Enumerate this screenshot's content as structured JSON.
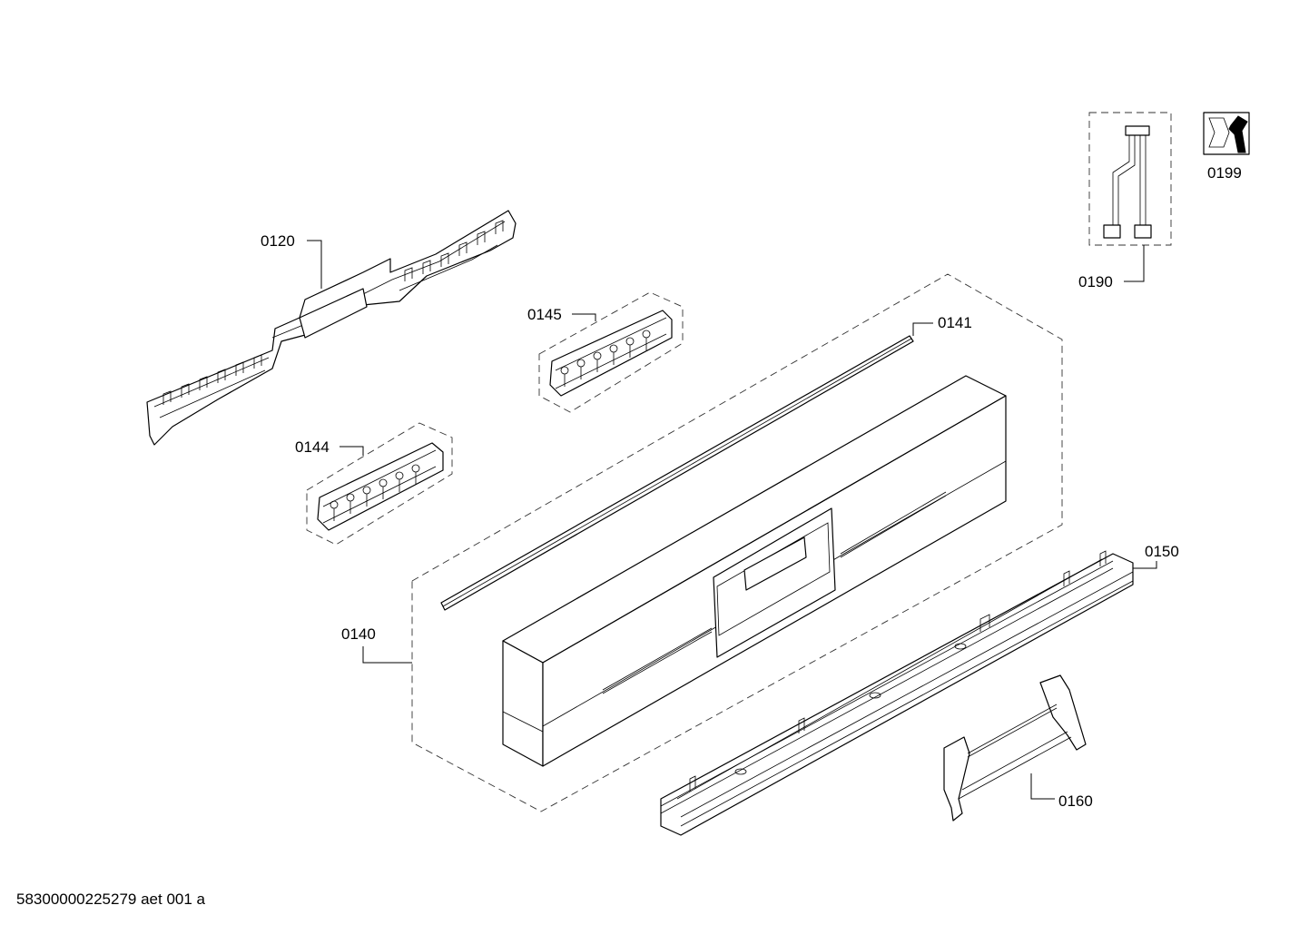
{
  "parts": {
    "p0120": "0120",
    "p0141": "0141",
    "p0145": "0145",
    "p0144": "0144",
    "p0140": "0140",
    "p0150": "0150",
    "p0160": "0160",
    "p0190": "0190",
    "p0199": "0199"
  },
  "footer": {
    "code": "58300000225279 aet 001 a"
  },
  "icons": {
    "service_kit": "wrench-nut-icon",
    "cable_harness": "cable-harness-icon"
  }
}
